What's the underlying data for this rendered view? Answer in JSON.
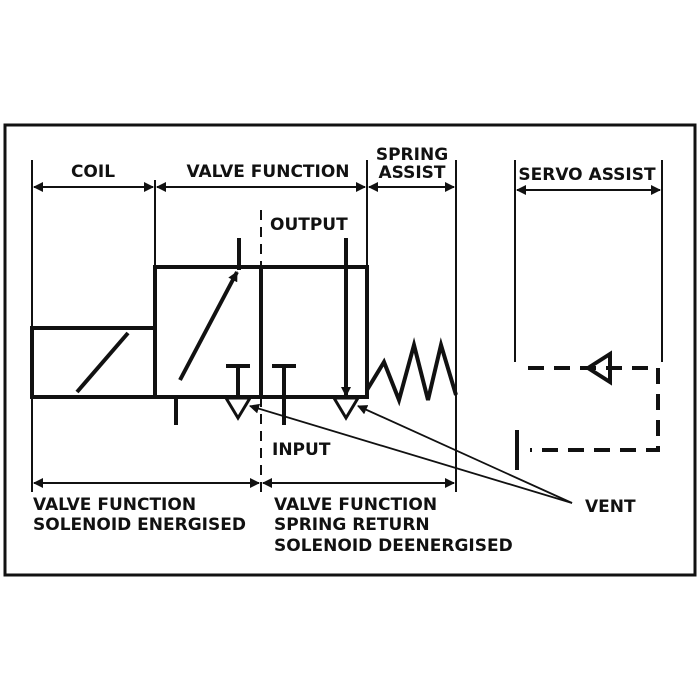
{
  "labels": {
    "coil": "COIL",
    "valve_function": "VALVE  FUNCTION",
    "spring_assist_1": "SPRING",
    "spring_assist_2": "ASSIST",
    "servo_assist": "SERVO ASSIST",
    "output": "OUTPUT",
    "input": "INPUT",
    "vent": "VENT",
    "energised_1": "VALVE FUNCTION",
    "energised_2": "SOLENOID ENERGISED",
    "deenergised_1": "VALVE FUNCTION",
    "deenergised_2": "SPRING RETURN",
    "deenergised_3": "SOLENOID DEENERGISED"
  },
  "colors": {
    "ink": "#111111",
    "paper": "#ffffff"
  }
}
